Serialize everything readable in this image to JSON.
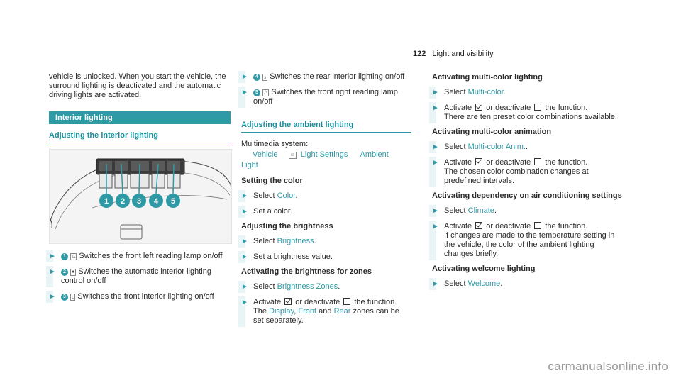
{
  "header": {
    "page_number": "122",
    "section": "Light and visibility"
  },
  "col1": {
    "intro": "vehicle is unlocked. When you start the vehicle, the surround lighting is deactivated and the automatic driving lights are activated.",
    "section_title": "Interior lighting",
    "subsection_title": "Adjusting the interior lighting",
    "callouts": [
      "1",
      "2",
      "3",
      "4",
      "5"
    ],
    "steps": [
      {
        "num": "1",
        "text": "Switches the front left reading lamp on/off"
      },
      {
        "num": "2",
        "text": "Switches the automatic interior lighting control on/off"
      },
      {
        "num": "3",
        "text": "Switches the front interior lighting on/off"
      }
    ]
  },
  "col2": {
    "steps_top": [
      {
        "num": "4",
        "text": "Switches the rear interior lighting on/off"
      },
      {
        "num": "5",
        "text": "Switches the front right reading lamp on/off"
      }
    ],
    "subsection_title": "Adjusting the ambient lighting",
    "system_label": "Multimedia system:",
    "path": {
      "part1": "Vehicle",
      "part2": "Light Settings",
      "part3": "Ambient",
      "part4": "Light"
    },
    "color_title": "Setting the color",
    "color_select": {
      "pre": "Select ",
      "link": "Color",
      "post": "."
    },
    "color_set": "Set a color.",
    "bright_title": "Adjusting the brightness",
    "bright_select": {
      "pre": "Select ",
      "link": "Brightness",
      "post": "."
    },
    "bright_set": "Set a brightness value.",
    "zones_title": "Activating the brightness for zones",
    "zones_select": {
      "pre": "Select ",
      "link": "Brightness Zones",
      "post": "."
    },
    "zones_activate": {
      "pre": "Activate",
      "mid": "or deactivate",
      "post": "the function."
    },
    "zones_note": {
      "the": "The ",
      "display": "Display",
      "comma": ", ",
      "front": "Front",
      "and": " and ",
      "rear": "Rear",
      "rest": " zones can be set separately."
    }
  },
  "col3": {
    "multicolor_title": "Activating multi-color lighting",
    "multicolor_select": {
      "pre": "Select ",
      "link": "Multi-color",
      "post": "."
    },
    "multicolor_activate": {
      "pre": "Activate",
      "mid": "or deactivate",
      "post": "the function."
    },
    "multicolor_note": "There are ten preset color combinations available.",
    "anim_title": "Activating multi-color animation",
    "anim_select": {
      "pre": "Select ",
      "link": "Multi-color Anim.",
      "post": "."
    },
    "anim_activate": {
      "pre": "Activate",
      "mid": "or deactivate",
      "post": "the function."
    },
    "anim_note": "The chosen color combination changes at predefined intervals.",
    "climate_title": "Activating dependency on air conditioning settings",
    "climate_select": {
      "pre": "Select ",
      "link": "Climate",
      "post": "."
    },
    "climate_activate": {
      "pre": "Activate",
      "mid": "or deactivate",
      "post": "the function."
    },
    "climate_note": "If changes are made to the temperature setting in the vehicle, the color of the ambient lighting changes briefly.",
    "welcome_title": "Activating welcome lighting",
    "welcome_select": {
      "pre": "Select ",
      "link": "Welcome",
      "post": "."
    }
  },
  "watermark": "carmanualsonline.info",
  "colors": {
    "accent": "#2e9aa6"
  }
}
